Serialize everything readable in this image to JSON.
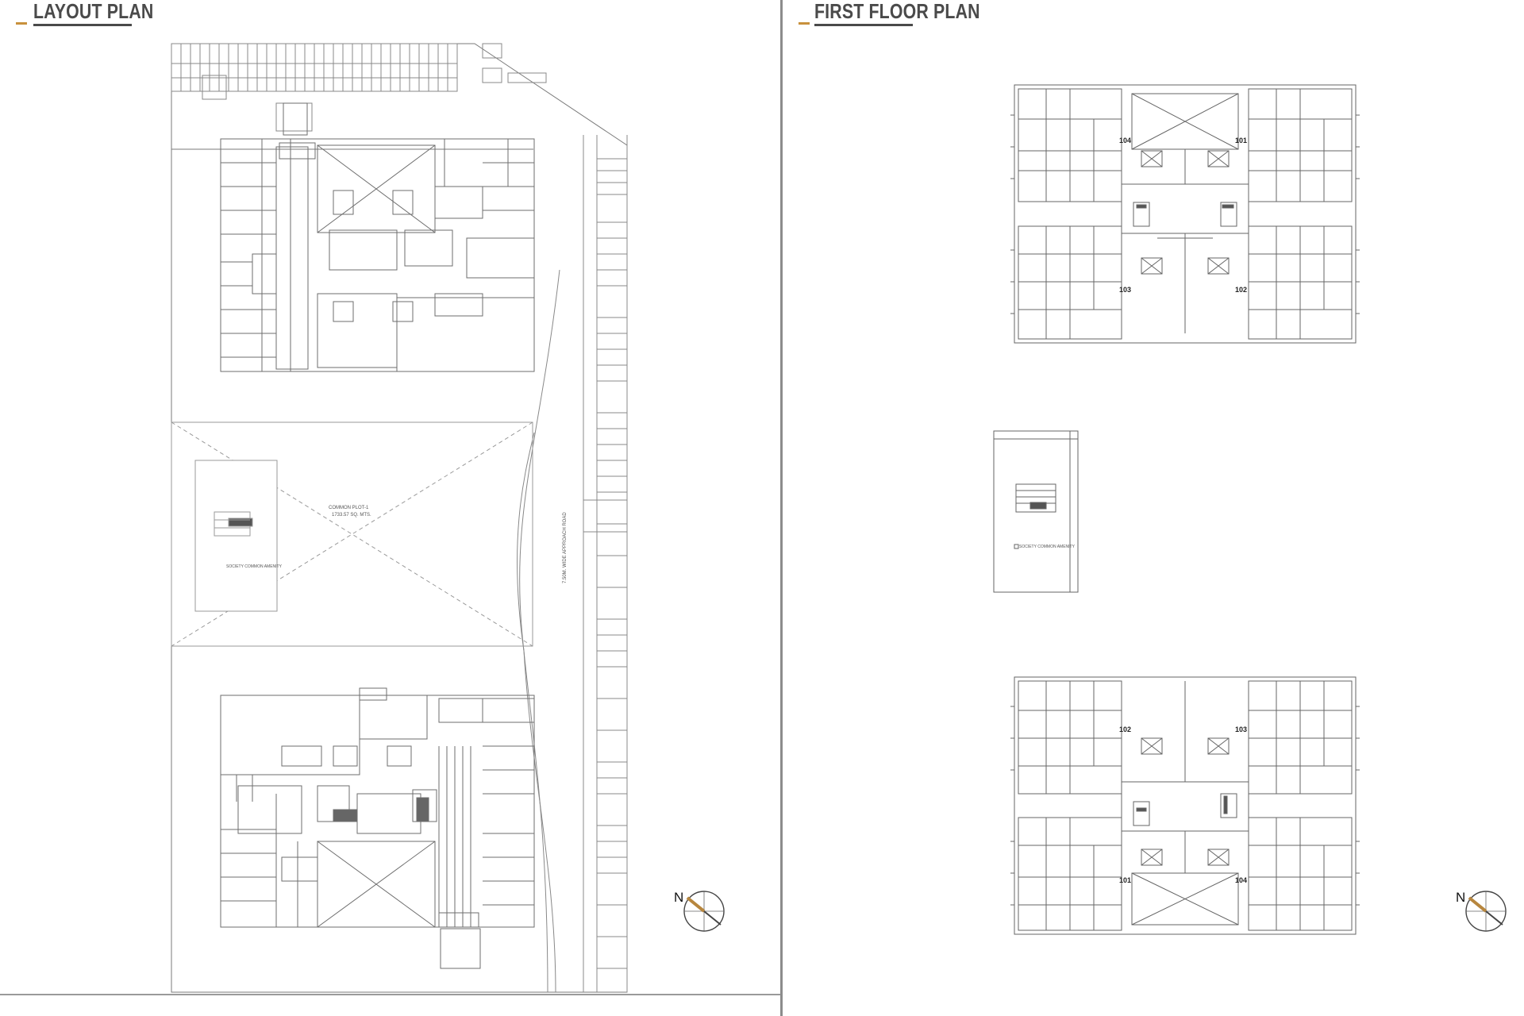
{
  "layout_plan": {
    "title": "LAYOUT PLAN",
    "common_plot_label": "COMMON PLOT-1",
    "common_plot_area": "1733.57 SQ. MTS.",
    "amenity_label": "SOCIETY COMMON AMENITY",
    "approach_road_label": "7.50M. WIDE APPROACH ROAD",
    "north_label": "N"
  },
  "first_floor_plan": {
    "title": "FIRST FLOOR PLAN",
    "block_a_units": [
      "104",
      "101",
      "103",
      "102"
    ],
    "block_b_units": [
      "102",
      "103",
      "101",
      "104"
    ],
    "amenity_label": "SOCIETY COMMON AMENITY",
    "north_label": "N"
  },
  "colors": {
    "accent": "#c8913c",
    "title": "#4a4a4a",
    "line": "#7a7a7a",
    "north_needle": "#b7863e"
  }
}
